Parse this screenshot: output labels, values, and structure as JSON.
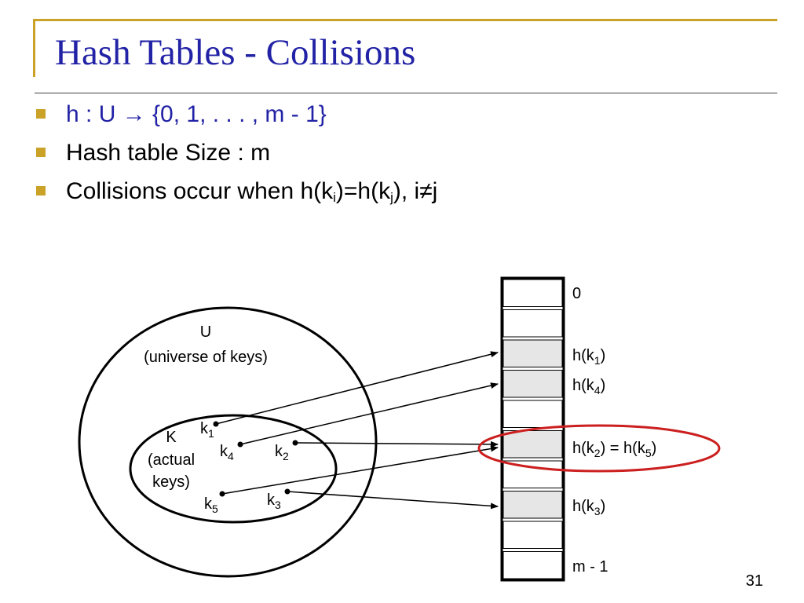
{
  "slide": {
    "title": "Hash Tables - Collisions",
    "page_number": "31",
    "colors": {
      "title": "#2222a6",
      "accent_bullet": "#c9a227",
      "highlight_ellipse": "#cc1f1f",
      "filled_slot": "#e6e6e6"
    }
  },
  "bullets": [
    {
      "text": "h : U → {0, 1, . . . , m - 1}",
      "color": "#2222a6"
    },
    {
      "text": "Hash table Size : m",
      "color": "#000000"
    },
    {
      "text_parts": [
        "Collisions occur when h(k",
        "i",
        ")=h(k",
        "j",
        "), i≠j"
      ],
      "color": "#000000"
    }
  ],
  "diagram": {
    "universe": {
      "label": "U",
      "caption": "(universe of keys)"
    },
    "actual_keys": {
      "label": "K",
      "caption_line1": "(actual",
      "caption_line2": "keys)"
    },
    "keys": [
      {
        "base": "k",
        "sub": "1"
      },
      {
        "base": "k",
        "sub": "4"
      },
      {
        "base": "k",
        "sub": "2"
      },
      {
        "base": "k",
        "sub": "5"
      },
      {
        "base": "k",
        "sub": "3"
      }
    ],
    "table": {
      "slot_count": 10,
      "filled_slots": [
        2,
        3,
        5,
        7
      ],
      "labels": {
        "first": "0",
        "k1": {
          "prefix": "h(k",
          "sub": "1",
          "suffix": ")"
        },
        "k4": {
          "prefix": "h(k",
          "sub": "4",
          "suffix": ")"
        },
        "collision": {
          "prefix": "h(k",
          "sub": "2",
          "mid": ") = h(k",
          "sub2": "5",
          "suffix": ")"
        },
        "k3": {
          "prefix": "h(k",
          "sub": "3",
          "suffix": ")"
        },
        "last": "m - 1"
      }
    }
  }
}
